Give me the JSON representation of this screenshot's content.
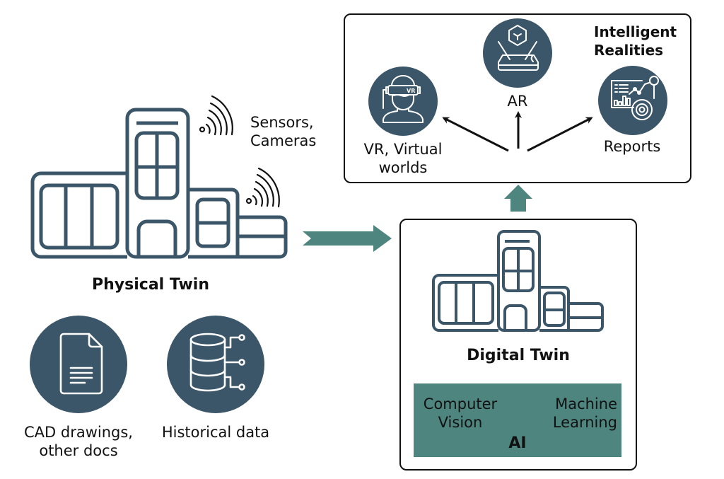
{
  "colors": {
    "icon_dark": "#3b5669",
    "accent_teal": "#4e857f",
    "text": "#111111",
    "border": "#111111",
    "background": "#ffffff"
  },
  "physical_twin": {
    "title": "Physical Twin",
    "sensors_label_line1": "Sensors,",
    "sensors_label_line2": "Cameras",
    "icons": [
      "building-icon",
      "wifi-signal-icon",
      "wifi-signal-icon"
    ]
  },
  "sources": [
    {
      "icon": "document-icon",
      "label_line1": "CAD drawings,",
      "label_line2": "other docs"
    },
    {
      "icon": "database-icon",
      "label_line1": "Historical data",
      "label_line2": ""
    }
  ],
  "digital_twin": {
    "title": "Digital Twin",
    "icon": "building-icon",
    "ai_panel": {
      "title": "AI",
      "left_line1": "Computer",
      "left_line2": "Vision",
      "right_line1": "Machine",
      "right_line2": "Learning"
    }
  },
  "intelligent_realities": {
    "title_line1": "Intelligent",
    "title_line2": "Realities",
    "items": [
      {
        "icon": "vr-headset-icon",
        "label_line1": "VR, Virtual",
        "label_line2": "worlds"
      },
      {
        "icon": "ar-hologram-icon",
        "label_line1": "AR",
        "label_line2": ""
      },
      {
        "icon": "reports-dashboard-icon",
        "label_line1": "Reports",
        "label_line2": ""
      }
    ]
  },
  "connectors": [
    {
      "from": "physical_twin",
      "to": "digital_twin",
      "style": "teal-chevron-arrow"
    },
    {
      "from": "digital_twin",
      "to": "intelligent_realities",
      "style": "teal-up-arrow"
    },
    {
      "from": "hub",
      "to": "vr",
      "style": "black-arrow"
    },
    {
      "from": "hub",
      "to": "ar",
      "style": "black-arrow"
    },
    {
      "from": "hub",
      "to": "reports",
      "style": "black-arrow"
    }
  ]
}
